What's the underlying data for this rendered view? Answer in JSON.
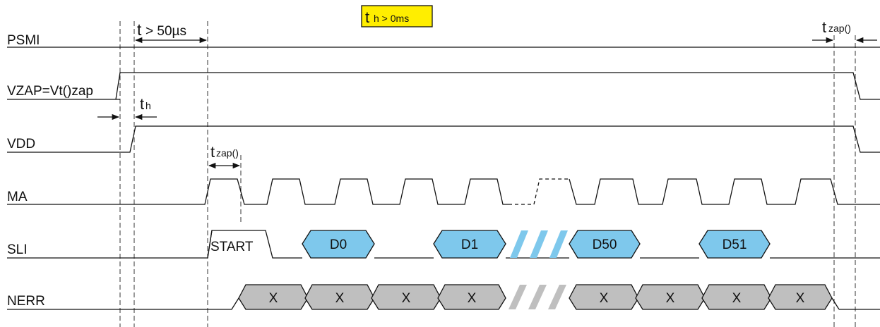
{
  "signals": {
    "psmi": "PSMI",
    "vzap": "VZAP=Vt()zap",
    "vdd": "VDD",
    "ma": "MA",
    "sli": "SLI",
    "nerr": "NERR"
  },
  "annotations": {
    "t_main": "t",
    "t_cond": " > 50µs",
    "th_main": "t",
    "th_sub": "h > 0ms",
    "h_main": "t",
    "h_sub": "h",
    "tzap_main": "t",
    "tzap_sub": "zap()",
    "tzap_end_main": "t",
    "tzap_end_sub": "zap()"
  },
  "sli_cells": {
    "start": "START",
    "d0": "D0",
    "d1": "D1",
    "d50": "D50",
    "d51": "D51"
  },
  "nerr_cell": "X",
  "colors": {
    "data_fill": "#7ec8ec",
    "nerr_fill": "#bfbfbf",
    "highlight": "#ffee00",
    "line": "#111111"
  }
}
